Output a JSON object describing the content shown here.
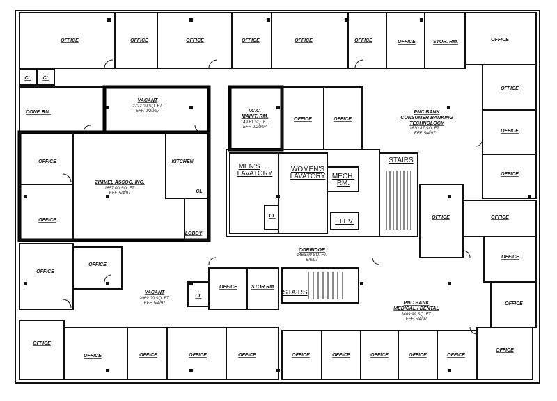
{
  "title": "",
  "rooms": {
    "top": [
      "OFFICE",
      "OFFICE",
      "OFFICE",
      "OFFICE",
      "OFFICE",
      "OFFICE",
      "OFFICE",
      "STOR. RM.",
      "OFFICE"
    ],
    "right": [
      "OFFICE",
      "OFFICE",
      "OFFICE",
      "OFFICE",
      "OFFICE",
      "OFFICE",
      "OFFICE"
    ],
    "bottom_right": [
      "OFFICE",
      "OFFICE",
      "OFFICE",
      "OFFICE",
      "OFFICE"
    ],
    "bottom_left": [
      "OFFICE",
      "OFFICE",
      "OFFICE",
      "OFFICE",
      "OFFICE"
    ],
    "left_mid": [
      "OFFICE",
      "OFFICE"
    ],
    "zimmel_offices": [
      "OFFICE",
      "OFFICE"
    ],
    "core_offices": [
      "OFFICE",
      "OFFICE"
    ],
    "stair_office": "OFFICE",
    "south_office": "OFFICE",
    "stor_rm": "STOR RM",
    "cl": [
      "CL",
      "CL",
      "CL",
      "CL",
      "CL"
    ],
    "conf_rm": "CONF. RM.",
    "kitchen": "KITCHEN",
    "lobby": "LOBBY",
    "mens": [
      "MEN'S",
      "LAVATORY"
    ],
    "womens": [
      "WOMEN'S",
      "LAVATORY"
    ],
    "mech": [
      "MECH.",
      "RM."
    ],
    "elev": "ELEV.",
    "stairs": [
      "STAIRS",
      "STAIRS"
    ]
  },
  "tenants": {
    "vacant_north": {
      "name": "VACANT",
      "area": "2722.09 SQ. FT.",
      "eff": "EFF. 2/20/97"
    },
    "icc": {
      "name1": "I.C.C.",
      "name2": "MAINT. RM.",
      "area": "149.81 SQ. FT.",
      "eff": "EFF. 2/20/97"
    },
    "pnc_consumer": {
      "name1": "PNC BANK",
      "name2": "CONSUMER BANKING",
      "name3": "TECHNOLOGY",
      "area": "1630.87 SQ. FT.",
      "eff": "EFF. 5/4/97"
    },
    "zimmel": {
      "name": "ZIMMEL ASSOC. INC.",
      "area": "1657.00 SQ. FT.",
      "eff": "EFF. 5/4/97"
    },
    "corridor": {
      "name": "CORRIDOR",
      "area": "1463.00 SQ. FT.",
      "eff": "6/6/97"
    },
    "vacant_south": {
      "name": "VACANT",
      "area": "2069.00 SQ. FT.",
      "eff": "EFF. 5/4/97"
    },
    "pnc_medical": {
      "name1": "PNC BANK",
      "name2": "MEDICAL / DENTAL",
      "area": "2409.99 SQ. FT.",
      "eff": "EFF. 5/4/97"
    }
  }
}
